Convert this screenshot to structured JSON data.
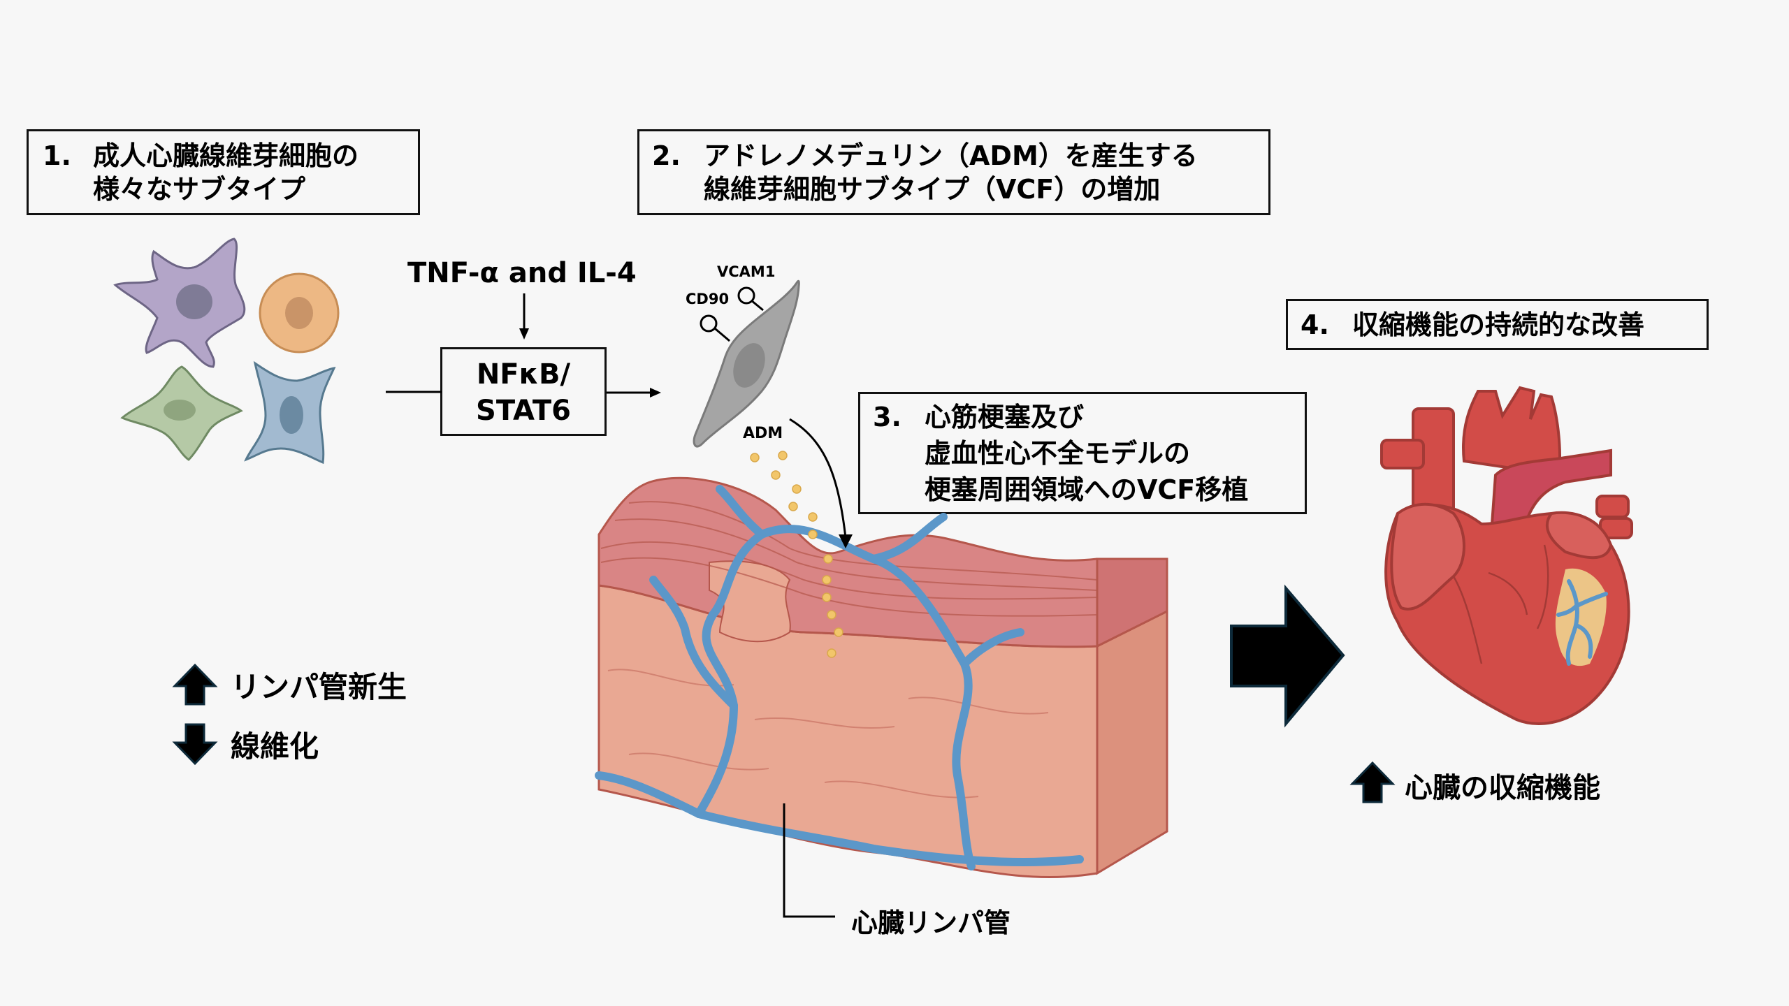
{
  "steps": [
    {
      "number": "1.",
      "lines": [
        "成人心臓線維芽細胞の",
        "様々なサブタイプ"
      ]
    },
    {
      "number": "2.",
      "lines": [
        "アドレノメデュリン（ADM）を産生する",
        "線維芽細胞サブタイプ（VCF）の増加"
      ]
    },
    {
      "number": "3.",
      "lines": [
        "心筋梗塞及び",
        "虚血性心不全モデルの",
        "梗塞周囲領域へのVCF移植"
      ]
    },
    {
      "number": "4.",
      "lines": [
        "収縮機能の持続的な改善"
      ]
    }
  ],
  "pathway": {
    "stimulus": "TNF-α and IL-4",
    "signal_box": [
      "NFκB/",
      "STAT6"
    ]
  },
  "vcf_cell": {
    "markers": [
      "VCAM1",
      "CD90"
    ],
    "secreted": "ADM"
  },
  "effects": [
    {
      "direction": "up",
      "label": "リンパ管新生"
    },
    {
      "direction": "down",
      "label": "線維化"
    }
  ],
  "tissue_label": "心臓リンパ管",
  "outcome": {
    "direction": "up",
    "label": "心臓の収縮機能"
  },
  "colors": {
    "background": "#f7f7f7",
    "cell_purple": "#b3a5c8",
    "cell_orange": "#edb884",
    "cell_green": "#b5c9a6",
    "cell_blue": "#a2bad0",
    "vcf_gray": "#a5a5a5",
    "muscle": "#d98585",
    "tissue": "#e9a893",
    "lymph": "#5b97c9",
    "adm_dot": "#f2c66a",
    "heart": "#d24c48",
    "scar": "#ecc587",
    "arrow": "#000000"
  }
}
